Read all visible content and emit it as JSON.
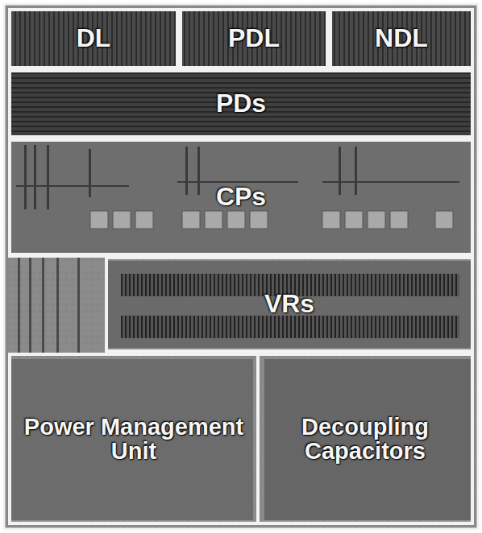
{
  "diagram": {
    "nodes": [
      {
        "text": [
          "DL"
        ]
      },
      {
        "text": [
          "PDL"
        ]
      },
      {
        "text": [
          "NDL"
        ]
      },
      {
        "text": [
          "PDs"
        ]
      },
      {
        "text": [
          "CPs"
        ]
      },
      {
        "text": [
          "VRs"
        ]
      },
      {
        "text": [
          "Power Management Unit"
        ]
      },
      {
        "text": [
          "Decoupling Capacitors"
        ]
      }
    ]
  }
}
